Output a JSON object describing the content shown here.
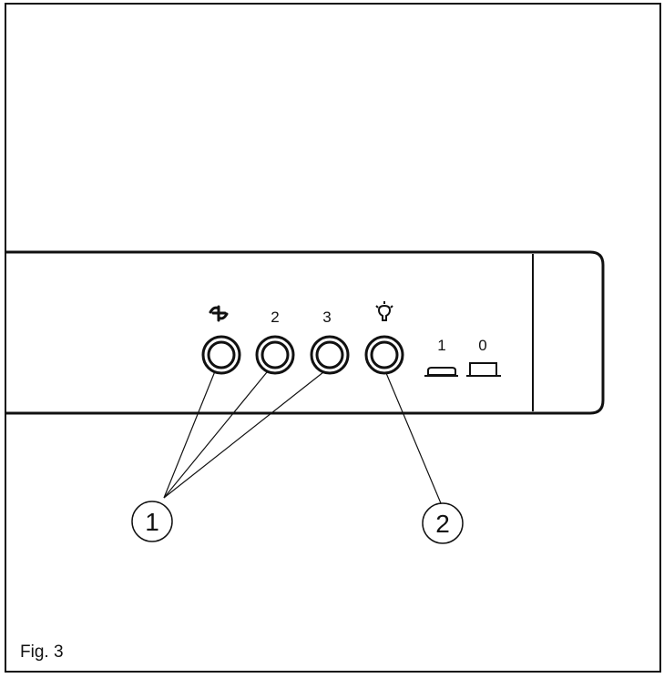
{
  "figure": {
    "caption": "Fig. 3"
  },
  "panel": {
    "buttons": [
      {
        "id": "speed-1",
        "label": "",
        "icon": "fan-blade-icon"
      },
      {
        "id": "speed-2",
        "label": "2",
        "icon": ""
      },
      {
        "id": "speed-3",
        "label": "3",
        "icon": ""
      },
      {
        "id": "light",
        "label": "",
        "icon": "light-bulb-icon"
      }
    ],
    "switch": {
      "on_label": "1",
      "off_label": "0"
    }
  },
  "callouts": [
    {
      "number": "1"
    },
    {
      "number": "2"
    }
  ]
}
